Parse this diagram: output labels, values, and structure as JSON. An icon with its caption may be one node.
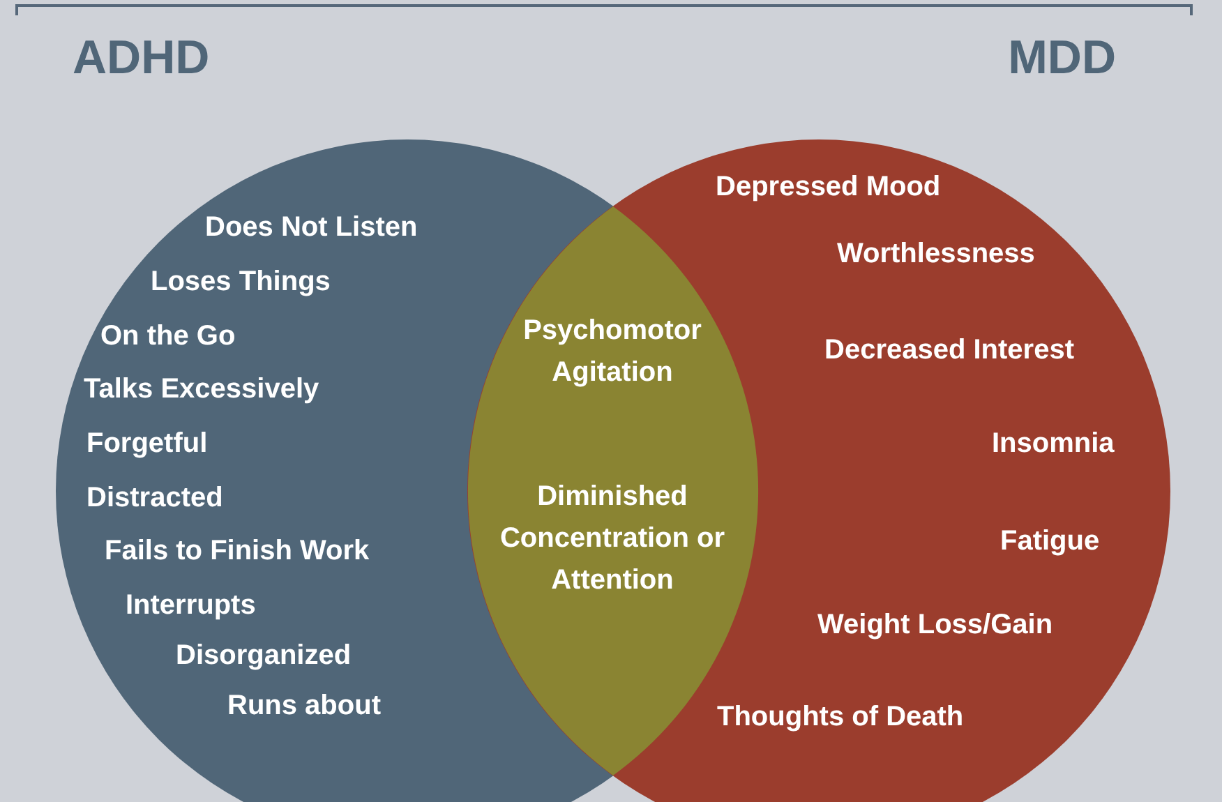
{
  "diagram": {
    "nodes": [
      {
        "text": [
          "ADHD",
          "Does Not Listen",
          "Loses Things",
          "On the Go",
          "Talks Excessively",
          "Forgetful",
          "Distracted",
          "Fails to Finish Work",
          "Interrupts",
          "Disorganized",
          "Runs about"
        ]
      },
      {
        "text": [
          "MDD",
          "Depressed Mood",
          "Worthlessness",
          "Decreased Interest",
          "Insomnia",
          "Fatigue",
          "Weight Loss/Gain",
          "Thoughts of Death"
        ]
      },
      {
        "text": [
          "Psychomotor Agitation",
          "Diminished Concentration or Attention"
        ]
      }
    ]
  }
}
